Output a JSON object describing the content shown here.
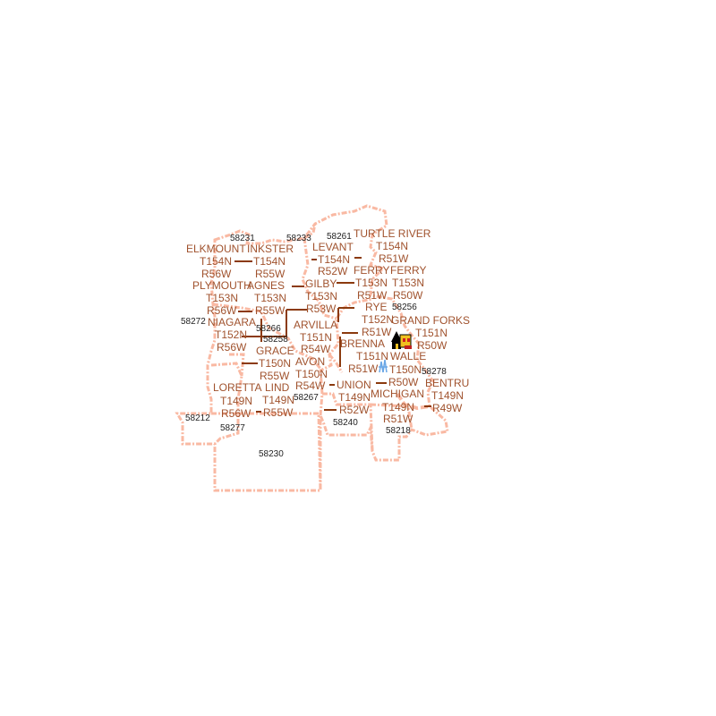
{
  "map": {
    "colors": {
      "background": "#ffffff",
      "zip_boundary": "#f9b9a3",
      "road": "#8b3a0e",
      "township_label": "#a0522d",
      "zip_label": "#222222"
    },
    "zip_codes": [
      "58231",
      "58233",
      "58261",
      "58256",
      "58272",
      "58266",
      "58258",
      "58267",
      "58278",
      "58212",
      "58277",
      "58240",
      "58218",
      "58230"
    ],
    "townships": [
      "ELKMOUNT",
      "INKSTER",
      "LEVANT",
      "TURTLE RIVER",
      "PLYMOUTH",
      "AGNES",
      "GILBY",
      "FERRY",
      "FERRY",
      "NIAGARA",
      "ARVILLA",
      "RYE",
      "GRAND FORKS",
      "GRACE",
      "AVON",
      "BRENNA",
      "WALLE",
      "LORETTA",
      "LIND",
      "UNION",
      "BENTRU",
      "MICHIGAN"
    ],
    "tr_labels": [
      "T154N",
      "T154N",
      "T154N",
      "T154N",
      "R56W",
      "R55W",
      "R52W",
      "R51W",
      "T153N",
      "T153N",
      "T153N",
      "T153N",
      "T153N",
      "R56W",
      "R55W",
      "R53W",
      "R51W",
      "R50W",
      "T152N",
      "T152N",
      "T151N",
      "T151N",
      "T151N",
      "R56W",
      "R54W",
      "R51W",
      "R50W",
      "T150N",
      "T150N",
      "T150N",
      "R55W",
      "R51W",
      "R54W",
      "R50W",
      "T149N",
      "T149N",
      "T149N",
      "T149N",
      "T149N",
      "R56W",
      "R55W",
      "R52W",
      "R51W",
      "R49W"
    ],
    "icons": [
      "church-icon",
      "school-icon",
      "water-tower-icon",
      "flag-marker-icon"
    ]
  }
}
